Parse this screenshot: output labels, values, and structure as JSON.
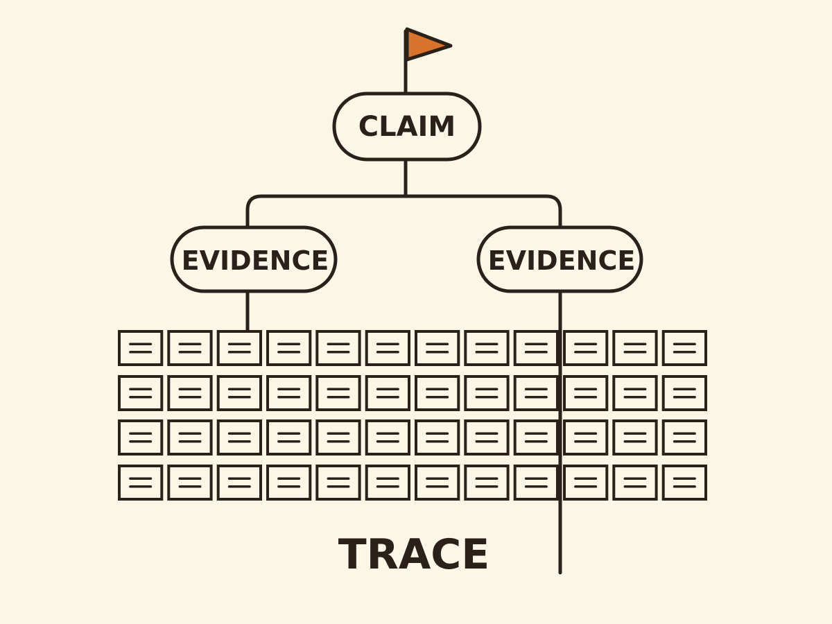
{
  "diagram": {
    "claim_label": "CLAIM",
    "evidence_left_label": "EVIDENCE",
    "evidence_right_label": "EVIDENCE",
    "trace_label": "TRACE"
  },
  "icons": {
    "goal": "flag-icon",
    "documents": "document-icon"
  },
  "colors": {
    "background": "#fbf6e6",
    "ink": "#2b211b",
    "flag": "#d9722a"
  },
  "document_grid": {
    "rows": 4,
    "columns": 12
  }
}
